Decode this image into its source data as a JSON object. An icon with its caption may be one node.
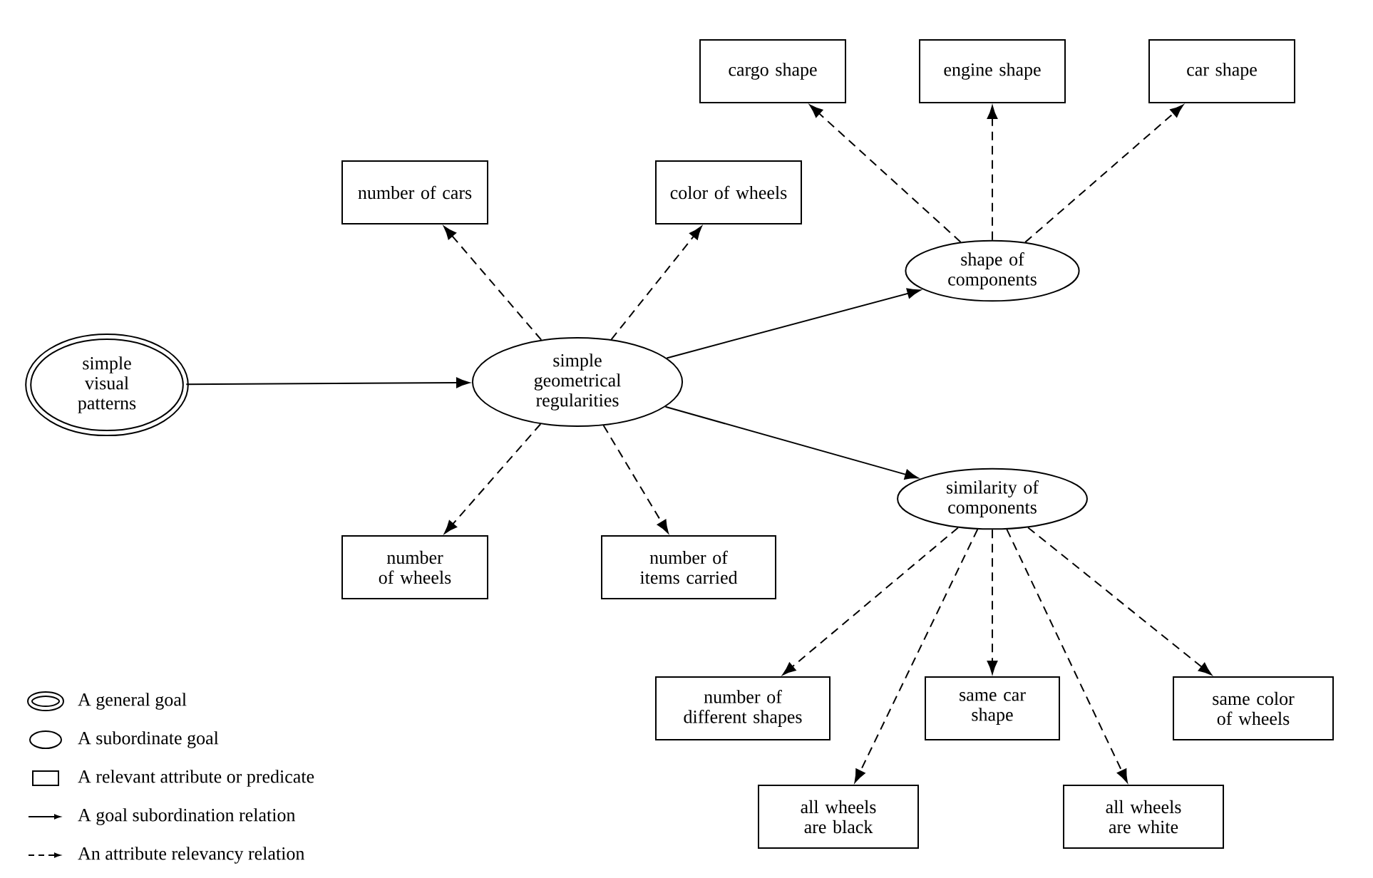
{
  "diagram": {
    "nodes": [
      {
        "text": [
          "simple visual patterns"
        ]
      },
      {
        "text": [
          "simple geometrical regularities"
        ]
      },
      {
        "text": [
          "number of cars"
        ]
      },
      {
        "text": [
          "color of wheels"
        ]
      },
      {
        "text": [
          "number of wheels"
        ]
      },
      {
        "text": [
          "number of items carried"
        ]
      },
      {
        "text": [
          "shape of components"
        ]
      },
      {
        "text": [
          "cargo shape"
        ]
      },
      {
        "text": [
          "engine shape"
        ]
      },
      {
        "text": [
          "car shape"
        ]
      },
      {
        "text": [
          "similarity of components"
        ]
      },
      {
        "text": [
          "number of different shapes"
        ]
      },
      {
        "text": [
          "same car shape"
        ]
      },
      {
        "text": [
          "same color of wheels"
        ]
      },
      {
        "text": [
          "all wheels are black"
        ]
      },
      {
        "text": [
          "all wheels are white"
        ]
      }
    ],
    "edges": [
      {
        "from": 0,
        "to": 1,
        "arrow": "to"
      },
      {
        "from": 1,
        "to": 2,
        "arrow": "to",
        "style": "dashed"
      },
      {
        "from": 1,
        "to": 3,
        "arrow": "to",
        "style": "dashed"
      },
      {
        "from": 1,
        "to": 4,
        "arrow": "to",
        "style": "dashed"
      },
      {
        "from": 1,
        "to": 5,
        "arrow": "to",
        "style": "dashed"
      },
      {
        "from": 1,
        "to": 6,
        "arrow": "to"
      },
      {
        "from": 1,
        "to": 10,
        "arrow": "to"
      },
      {
        "from": 6,
        "to": 7,
        "arrow": "to",
        "style": "dashed"
      },
      {
        "from": 6,
        "to": 8,
        "arrow": "to",
        "style": "dashed"
      },
      {
        "from": 6,
        "to": 9,
        "arrow": "to",
        "style": "dashed"
      },
      {
        "from": 10,
        "to": 11,
        "arrow": "to",
        "style": "dashed"
      },
      {
        "from": 10,
        "to": 14,
        "arrow": "to",
        "style": "dashed"
      },
      {
        "from": 10,
        "to": 12,
        "arrow": "to",
        "style": "dashed"
      },
      {
        "from": 10,
        "to": 15,
        "arrow": "to",
        "style": "dashed"
      },
      {
        "from": 10,
        "to": 13,
        "arrow": "to",
        "style": "dashed"
      }
    ],
    "legend": [
      {
        "text": "A general goal"
      },
      {
        "text": "A subordinate goal"
      },
      {
        "text": "A relevant attribute or predicate"
      },
      {
        "text": "A goal subordination relation"
      },
      {
        "text": "An attribute relevancy relation"
      }
    ]
  }
}
